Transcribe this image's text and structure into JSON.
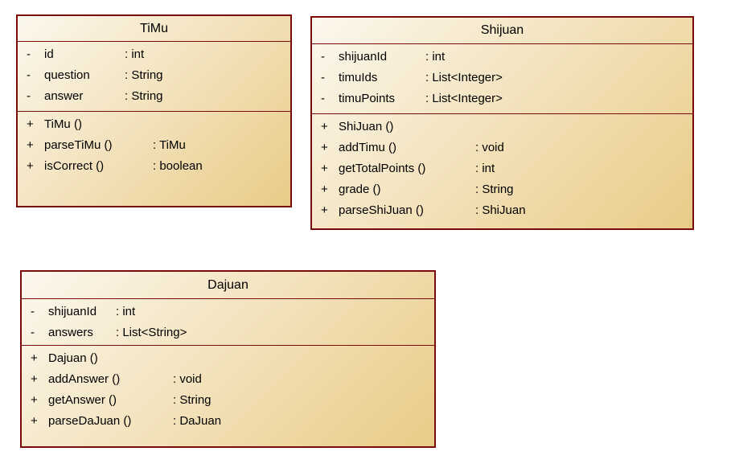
{
  "diagram": {
    "type": "uml-class-diagram",
    "colors": {
      "border": "#7a0b0b",
      "fill_gradient_start": "#fcf8ee",
      "fill_gradient_end": "#e9cb87",
      "background": "#ffffff",
      "text": "#000000"
    },
    "classes": [
      {
        "name": "TiMu",
        "attributes": [
          {
            "sign": "-",
            "name": "id",
            "type": ": int"
          },
          {
            "sign": "-",
            "name": "question",
            "type": ": String"
          },
          {
            "sign": "-",
            "name": "answer",
            "type": ": String"
          }
        ],
        "methods": [
          {
            "sign": "+",
            "name": "TiMu ()",
            "type": ""
          },
          {
            "sign": "+",
            "name": "parseTiMu ()",
            "type": ": TiMu"
          },
          {
            "sign": "+",
            "name": "isCorrect ()",
            "type": ": boolean"
          }
        ]
      },
      {
        "name": "Shijuan",
        "attributes": [
          {
            "sign": "-",
            "name": "shijuanId",
            "type": ": int"
          },
          {
            "sign": "-",
            "name": "timuIds",
            "type": ": List<Integer>"
          },
          {
            "sign": "-",
            "name": "timuPoints",
            "type": ": List<Integer>"
          }
        ],
        "methods": [
          {
            "sign": "+",
            "name": "ShiJuan ()",
            "type": ""
          },
          {
            "sign": "+",
            "name": "addTimu ()",
            "type": ": void"
          },
          {
            "sign": "+",
            "name": "getTotalPoints ()",
            "type": ": int"
          },
          {
            "sign": "+",
            "name": "grade ()",
            "type": ": String"
          },
          {
            "sign": "+",
            "name": "parseShiJuan ()",
            "type": ": ShiJuan"
          }
        ]
      },
      {
        "name": "Dajuan",
        "attributes": [
          {
            "sign": "-",
            "name": "shijuanId",
            "type": ": int"
          },
          {
            "sign": "-",
            "name": "answers",
            "type": ": List<String>"
          }
        ],
        "methods": [
          {
            "sign": "+",
            "name": "Dajuan ()",
            "type": ""
          },
          {
            "sign": "+",
            "name": "addAnswer ()",
            "type": ": void"
          },
          {
            "sign": "+",
            "name": "getAnswer ()",
            "type": ": String"
          },
          {
            "sign": "+",
            "name": "parseDaJuan ()",
            "type": ": DaJuan"
          }
        ]
      }
    ]
  }
}
